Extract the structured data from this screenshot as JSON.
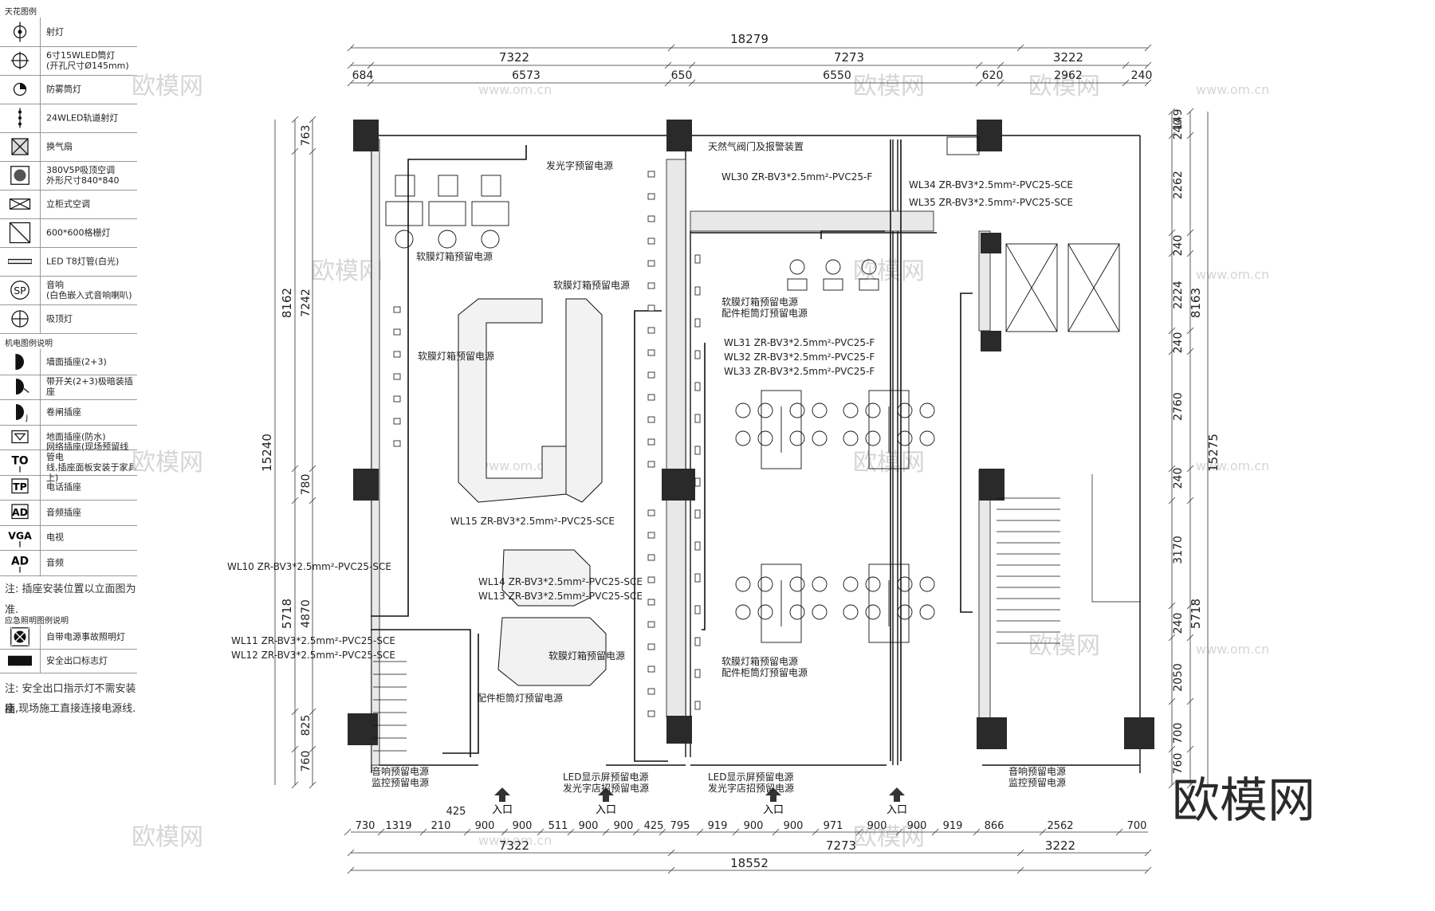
{
  "legend": {
    "ceiling_title": "天花图例",
    "ceiling_items": [
      {
        "icon": "spotlight-icon",
        "label": "射灯"
      },
      {
        "icon": "downlight-icon",
        "label": "6寸15WLED筒灯\n(开孔尺寸Ø145mm)"
      },
      {
        "icon": "fogproof-light-icon",
        "label": "防雾筒灯"
      },
      {
        "icon": "track-light-icon",
        "label": "24WLED轨道射灯"
      },
      {
        "icon": "exhaust-fan-icon",
        "label": "换气扇"
      },
      {
        "icon": "ceiling-ac-icon",
        "label": "380V5P吸顶空调\n外形尺寸840*840"
      },
      {
        "icon": "standing-ac-icon",
        "label": "立柜式空调"
      },
      {
        "icon": "grille-light-icon",
        "label": "600*600格栅灯"
      },
      {
        "icon": "led-tube-icon",
        "label": "LED T8灯管(白光)"
      },
      {
        "icon": "speaker-icon",
        "label": "音响\n(白色嵌入式音响喇叭)"
      },
      {
        "icon": "ceiling-lamp-icon",
        "label": "吸顶灯"
      }
    ],
    "electrical_title": "机电图例说明",
    "electrical_items": [
      {
        "icon": "wall-socket-icon",
        "label": "墙面插座(2+3)"
      },
      {
        "icon": "switch-socket-icon",
        "label": "带开关(2+3)极暗装插座"
      },
      {
        "icon": "shutter-socket-icon",
        "label": "卷闸插座"
      },
      {
        "icon": "floor-socket-icon",
        "label": "地面插座(防水)"
      },
      {
        "icon": "network-socket-icon",
        "label": "网络插座(现场预留线管电\n线,插座面板安装于家具上)"
      },
      {
        "icon": "phone-socket-icon",
        "label": "电话插座"
      },
      {
        "icon": "audio-socket-icon",
        "label": "音频插座"
      },
      {
        "icon": "tv-socket-icon",
        "label": "电视"
      },
      {
        "icon": "audio-icon",
        "label": "音频"
      }
    ],
    "socket_note": "注: 插座安装位置以立面图为准.",
    "emergency_title": "应急照明图例说明",
    "emergency_items": [
      {
        "icon": "emergency-light-icon",
        "label": "自带电源事故照明灯"
      },
      {
        "icon": "exit-sign-icon",
        "label": "安全出口标志灯"
      }
    ],
    "exit_note_1": "注: 安全出口指示灯不需安装插",
    "exit_note_2": "座,现场施工直接连接电源线."
  },
  "dimensions": {
    "top_total": "18279",
    "top_mid": [
      "7322",
      "7273",
      "3222"
    ],
    "top_detail": [
      "684",
      "6573",
      "650",
      "6550",
      "620",
      "2962",
      "240"
    ],
    "bottom_detail": [
      "730",
      "1319",
      "210",
      "900",
      "900",
      "511",
      "900",
      "900",
      "425",
      "795",
      "919",
      "900",
      "900",
      "971",
      "900",
      "900",
      "919",
      "866",
      "2562",
      "700"
    ],
    "bottom_425": "425",
    "bottom_mid": [
      "7322",
      "7273",
      "3222"
    ],
    "bottom_total": "18552",
    "left_outer": "15240",
    "left_mid": [
      "8162",
      "5718"
    ],
    "left_detail": [
      "763",
      "7242",
      "780",
      "4870",
      "825",
      "760"
    ],
    "right_outer": "15275",
    "right_mid": [
      "8163",
      "5718"
    ],
    "right_detail": [
      "149",
      "240",
      "2262",
      "240",
      "2224",
      "240",
      "2760",
      "240",
      "3170",
      "240",
      "2050",
      "700",
      "760"
    ]
  },
  "annotations": {
    "gas_valve": "天然气阀门及报警装置",
    "wl30": "WL30 ZR-BV3*2.5mm²-PVC25-F",
    "wl34": "WL34 ZR-BV3*2.5mm²-PVC25-SCE",
    "wl35": "WL35 ZR-BV3*2.5mm²-PVC25-SCE",
    "wl31": "WL31 ZR-BV3*2.5mm²-PVC25-F",
    "wl32": "WL32 ZR-BV3*2.5mm²-PVC25-F",
    "wl33": "WL33 ZR-BV3*2.5mm²-PVC25-F",
    "wl15": "WL15 ZR-BV3*2.5mm²-PVC25-SCE",
    "wl10": "WL10 ZR-BV3*2.5mm²-PVC25-SCE",
    "wl14": "WL14 ZR-BV3*2.5mm²-PVC25-SCE",
    "wl13": "WL13 ZR-BV3*2.5mm²-PVC25-SCE",
    "wl11": "WL11 ZR-BV3*2.5mm²-PVC25-SCE",
    "wl12": "WL12 ZR-BV3*2.5mm²-PVC25-SCE",
    "glow_sign_power": "发光字预留电源",
    "softfilm_power": "软膜灯箱预留电源",
    "softfilm_power_2": "软膜灯箱预留电源",
    "softfilm_power_3": "软膜灯箱预留电源",
    "softfilm_power_4": "软膜灯箱预留电源",
    "softfilm_cab_1": "软膜灯箱预留电源",
    "cab_downlight_1": "配件柜筒灯预留电源",
    "softfilm_cab_2": "软膜灯箱预留电源",
    "cab_downlight_2": "配件柜筒灯预留电源",
    "cab_downlight_3": "配件柜筒灯预留电源",
    "audio_power_left": "音响预留电源",
    "monitor_power_left": "监控预留电源",
    "led_screen_1": "LED显示屏预留电源",
    "glow_store_1": "发光字店招预留电源",
    "led_screen_2": "LED显示屏预留电源",
    "glow_store_2": "发光字店招预留电源",
    "audio_power_right": "音响预留电源",
    "monitor_power_right": "监控预留电源",
    "entrance": "入口"
  },
  "watermark": {
    "brand": "欧模网",
    "url": "www.om.cn"
  }
}
